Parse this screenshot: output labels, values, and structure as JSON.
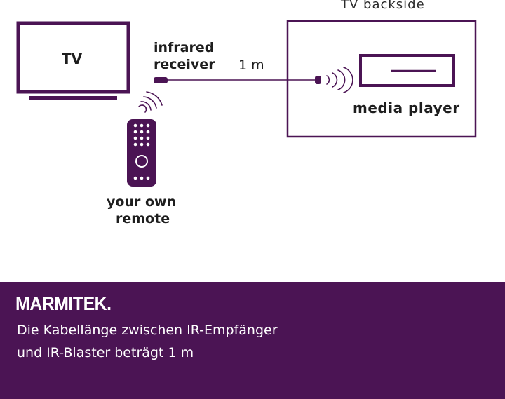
{
  "diagram": {
    "tv_backside_label": "TV backside",
    "tv_label": "TV",
    "ir_receiver_label_line1": "infrared",
    "ir_receiver_label_line2": "receiver",
    "cable_length_label": "1 m",
    "media_player_label": "media player",
    "remote_label_line1": "your own",
    "remote_label_line2": "remote"
  },
  "footer": {
    "brand": "MARMITEK.",
    "caption_line1": "Die Kabellänge zwischen IR-Empfänger",
    "caption_line2": "und IR-Blaster beträgt 1 m"
  },
  "colors": {
    "accent_purple": "#4b1454",
    "footer_text": "#ffffff",
    "diagram_text": "#1e1e1e"
  }
}
